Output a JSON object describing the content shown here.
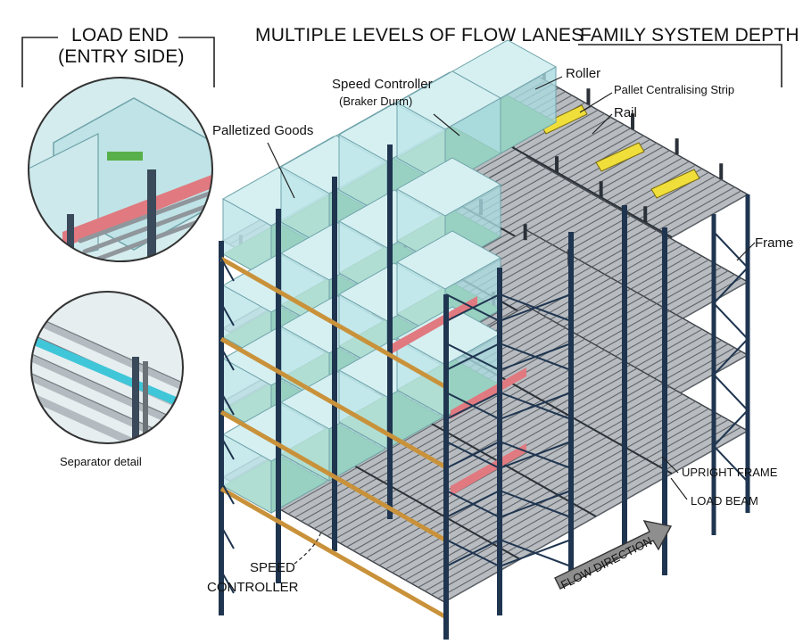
{
  "headers": {
    "load_end_line1": "LOAD END",
    "load_end_line2": "(ENTRY SIDE)",
    "multiple_levels": "MULTIPLE LEVELS OF FLOW LANES",
    "family_depth": "FAMILY SYSTEM DEPTH"
  },
  "callouts": {
    "speed_controller_top": "Speed Controller",
    "speed_controller_top_sub": "(Braker Durm)",
    "roller": "Roller",
    "pallet_strip": "Pallet Centralising Strip",
    "rail": "Rail",
    "palletized_goods": "Palletized Goods",
    "frame": "Frame",
    "separator_detail": "Separator detail",
    "upright_frame": "UPRIGHT FRAME",
    "load_beam": "LOAD BEAM",
    "speed_controller_line1": "SPEED",
    "speed_controller_line2": "CONTROLLER",
    "flow_direction": "FLOW DIRECTION"
  },
  "colors": {
    "upright": "#1f3550",
    "beam": "#c9923a",
    "roller": "#9aa0a6",
    "roller_dark": "#5f656b",
    "load_glass": "#bfe6ea",
    "load_edge": "#6fa3aa",
    "pallet_green": "#58b04a",
    "red_strip": "#e07a80",
    "yellow_bar": "#f0df3a",
    "arrow": "#8e8e8e"
  }
}
